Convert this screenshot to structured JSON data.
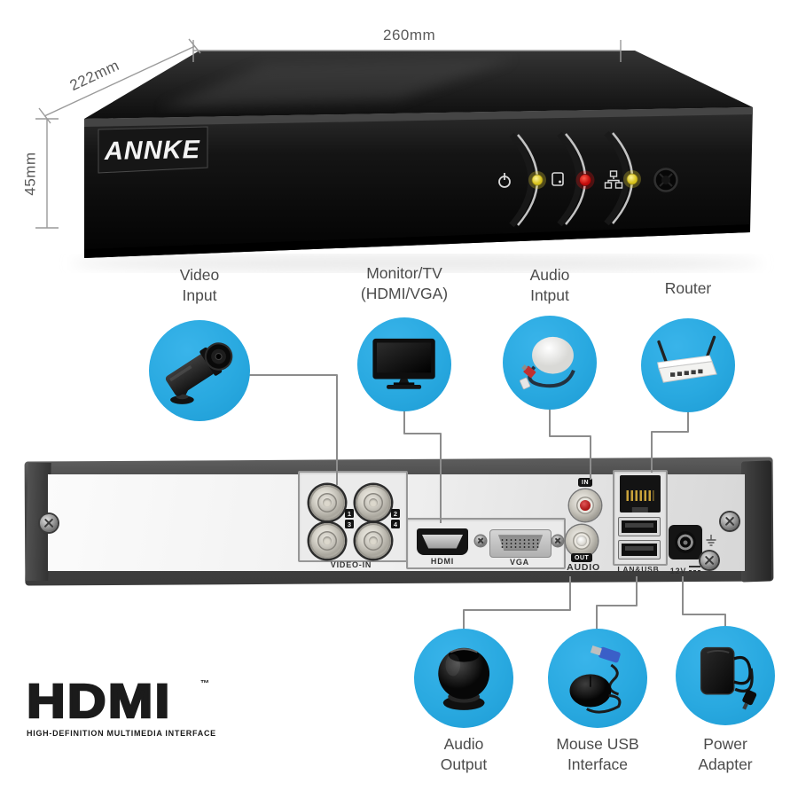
{
  "dimensions": {
    "width": "260mm",
    "depth": "222mm",
    "height": "45mm"
  },
  "front_device": {
    "brand": "ANNKE",
    "leds": [
      {
        "name": "power-led",
        "color": "#e3cf35"
      },
      {
        "name": "hdd-led",
        "color": "#e01616"
      },
      {
        "name": "network-led",
        "color": "#e3cf35"
      }
    ]
  },
  "top_connections": [
    {
      "label": "Video Input",
      "icon": "camera-icon"
    },
    {
      "label": "Monitor/TV (HDMI/VGA)",
      "icon": "monitor-icon"
    },
    {
      "label": "Audio Intput",
      "icon": "audio-cable-icon"
    },
    {
      "label": "Router",
      "icon": "router-icon"
    }
  ],
  "bottom_connections": [
    {
      "label": "Audio Output",
      "icon": "speaker-icon"
    },
    {
      "label": "Mouse USB Interface",
      "icon": "usb-mouse-icon"
    },
    {
      "label": "Power Adapter",
      "icon": "power-adapter-icon"
    }
  ],
  "back_panel": {
    "video_in": {
      "label": "VIDEO-IN",
      "channels": [
        "1",
        "3",
        "2",
        "4"
      ]
    },
    "hdmi_label": "HDMI",
    "vga_label": "VGA",
    "audio": {
      "in_badge": "IN",
      "out_badge": "OUT",
      "label": "AUDIO"
    },
    "lan_usb_label": "LAN&USB",
    "power_label": "12V"
  },
  "hdmi_logo": {
    "wordmark": "HDMI",
    "trademark": "™",
    "tagline": "HIGH-DEFINITION MULTIMEDIA INTERFACE"
  },
  "colors": {
    "accent_blue": "#29a9e0",
    "line_gray": "#8c8c8c",
    "led_yellow": "#e3cf35",
    "led_red": "#e01616"
  }
}
